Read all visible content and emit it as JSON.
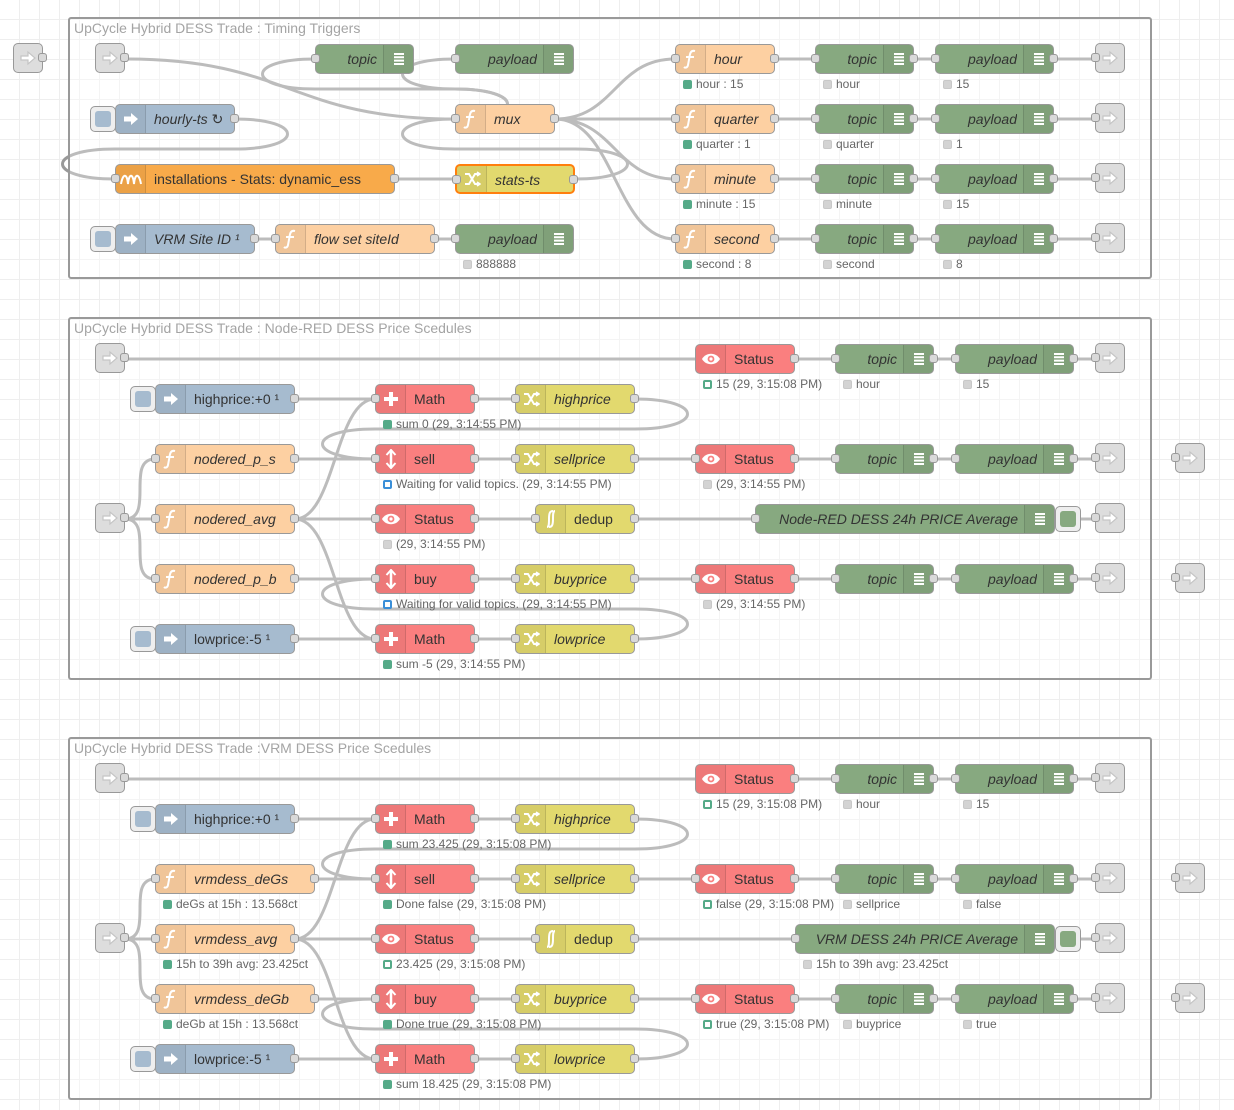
{
  "colors": {
    "function": "#fdd0a2",
    "change": "#e2d96e",
    "debug": "#87a980",
    "inject": "#a6bbcf",
    "math": "#fa7f7f",
    "status": "#fa7f7f",
    "vrm": "#f8aa4a",
    "link": "#dddddd"
  },
  "groups": {
    "timing": {
      "label": "UpCycle Hybrid DESS Trade : Timing Triggers"
    },
    "nodered": {
      "label": "UpCycle Hybrid DESS Trade : Node-RED DESS Price Scedules"
    },
    "vrm": {
      "label": "UpCycle Hybrid DESS Trade :VRM DESS Price Scedules"
    }
  },
  "timing": {
    "topic": "topic",
    "payload": "payload",
    "hourly": "hourly-ts ↻",
    "mux": "mux",
    "installations": "installations - Stats: dynamic_ess",
    "stats": "stats-ts",
    "site": "VRM Site ID ¹",
    "flowset": "flow set siteId",
    "siteVal": "888888",
    "rows": [
      {
        "fn": "hour",
        "fnStatus": "hour : 15",
        "topicStatus": "hour",
        "payloadStatus": "15"
      },
      {
        "fn": "quarter",
        "fnStatus": "quarter : 1",
        "topicStatus": "quarter",
        "payloadStatus": "1"
      },
      {
        "fn": "minute",
        "fnStatus": "minute : 15",
        "topicStatus": "minute",
        "payloadStatus": "15"
      },
      {
        "fn": "second",
        "fnStatus": "second : 8",
        "topicStatus": "second",
        "payloadStatus": "8"
      }
    ]
  },
  "nodered": {
    "statusTop": "Status",
    "topSt": "15 (29, 3:15:08 PM)",
    "topTopic": "topic",
    "topTopicSt": "hour",
    "topPayload": "payload",
    "topPayloadSt": "15",
    "highInject": "highprice:+0 ¹",
    "math": "Math",
    "mathHighSt": "sum 0 (29, 3:14:55 PM)",
    "highChange": "highprice",
    "fnPs": "nodered_p_s",
    "sell": "sell",
    "sellSt": "Waiting for valid topics. (29, 3:14:55 PM)",
    "sellChange": "sellprice",
    "sellStatus": "Status",
    "sellStatusSt": "(29, 3:14:55 PM)",
    "sellTopic": "topic",
    "sellPayload": "payload",
    "fnAvg": "nodered_avg",
    "avgStatus": "Status",
    "avgStatusSt": "(29, 3:14:55 PM)",
    "dedup": "dedup",
    "avgDebug": "Node-RED DESS 24h PRICE Average",
    "fnPb": "nodered_p_b",
    "buy": "buy",
    "buySt": "Waiting for valid topics. (29, 3:14:55 PM)",
    "buyChange": "buyprice",
    "buyStatus": "Status",
    "buyStatusSt": "(29, 3:14:55 PM)",
    "buyTopic": "topic",
    "buyPayload": "payload",
    "lowInject": "lowprice:-5 ¹",
    "mathLowSt": "sum -5 (29, 3:14:55 PM)",
    "lowChange": "lowprice"
  },
  "vrm": {
    "statusTop": "Status",
    "topSt": "15 (29, 3:15:08 PM)",
    "topTopic": "topic",
    "topTopicSt": "hour",
    "topPayload": "payload",
    "topPayloadSt": "15",
    "highInject": "highprice:+0 ¹",
    "math": "Math",
    "mathHighSt": "sum 23.425 (29, 3:15:08 PM)",
    "highChange": "highprice",
    "fnGs": "vrmdess_deGs",
    "fnGsSt": "deGs at 15h : 13.568ct",
    "sell": "sell",
    "sellSt": "Done false (29, 3:15:08 PM)",
    "sellChange": "sellprice",
    "sellStatus": "Status",
    "sellStatusSt": "false (29, 3:15:08 PM)",
    "sellTopic": "topic",
    "sellTopicSt": "sellprice",
    "sellPayload": "payload",
    "sellPayloadSt": "false",
    "fnAvg": "vrmdess_avg",
    "fnAvgSt": "15h to 39h avg: 23.425ct",
    "avgStatus": "Status",
    "avgStatusSt": "23.425 (29, 3:15:08 PM)",
    "dedup": "dedup",
    "avgDebug": "VRM DESS 24h PRICE Average",
    "avgDebugSt": "15h to 39h avg: 23.425ct",
    "fnGb": "vrmdess_deGb",
    "fnGbSt": "deGb at 15h : 13.568ct",
    "buy": "buy",
    "buySt": "Done true (29, 3:15:08 PM)",
    "buyChange": "buyprice",
    "buyStatus": "Status",
    "buyStatusSt": "true (29, 3:15:08 PM)",
    "buyTopic": "topic",
    "buyTopicSt": "buyprice",
    "buyPayload": "payload",
    "buyPayloadSt": "true",
    "lowInject": "lowprice:-5 ¹",
    "mathLowSt": "sum 18.425 (29, 3:15:08 PM)",
    "lowChange": "lowprice"
  }
}
